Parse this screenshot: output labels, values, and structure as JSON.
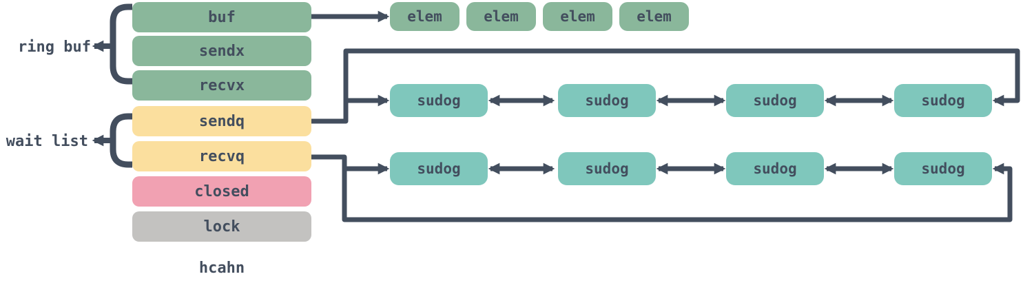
{
  "colors": {
    "ring_buffer_green": "#8ab79b",
    "sudog_teal": "#7fc7bc",
    "wait_list_yellow": "#fbdf9e",
    "closed_pink": "#f1a1b2",
    "lock_gray": "#c3c2c0",
    "line_dark": "#434e5e",
    "background": "#ffffff"
  },
  "hchan": {
    "caption": "hcahn",
    "fields": [
      {
        "label": "buf"
      },
      {
        "label": "sendx"
      },
      {
        "label": "recvx"
      },
      {
        "label": "sendq"
      },
      {
        "label": "recvq"
      },
      {
        "label": "closed"
      },
      {
        "label": "lock"
      }
    ]
  },
  "annotations": {
    "ring_buf": "ring buf",
    "wait_list": "wait list"
  },
  "buffer": {
    "items": [
      "elem",
      "elem",
      "elem",
      "elem"
    ]
  },
  "sendq_list": {
    "items": [
      "sudog",
      "sudog",
      "sudog",
      "sudog"
    ]
  },
  "recvq_list": {
    "items": [
      "sudog",
      "sudog",
      "sudog",
      "sudog"
    ]
  }
}
